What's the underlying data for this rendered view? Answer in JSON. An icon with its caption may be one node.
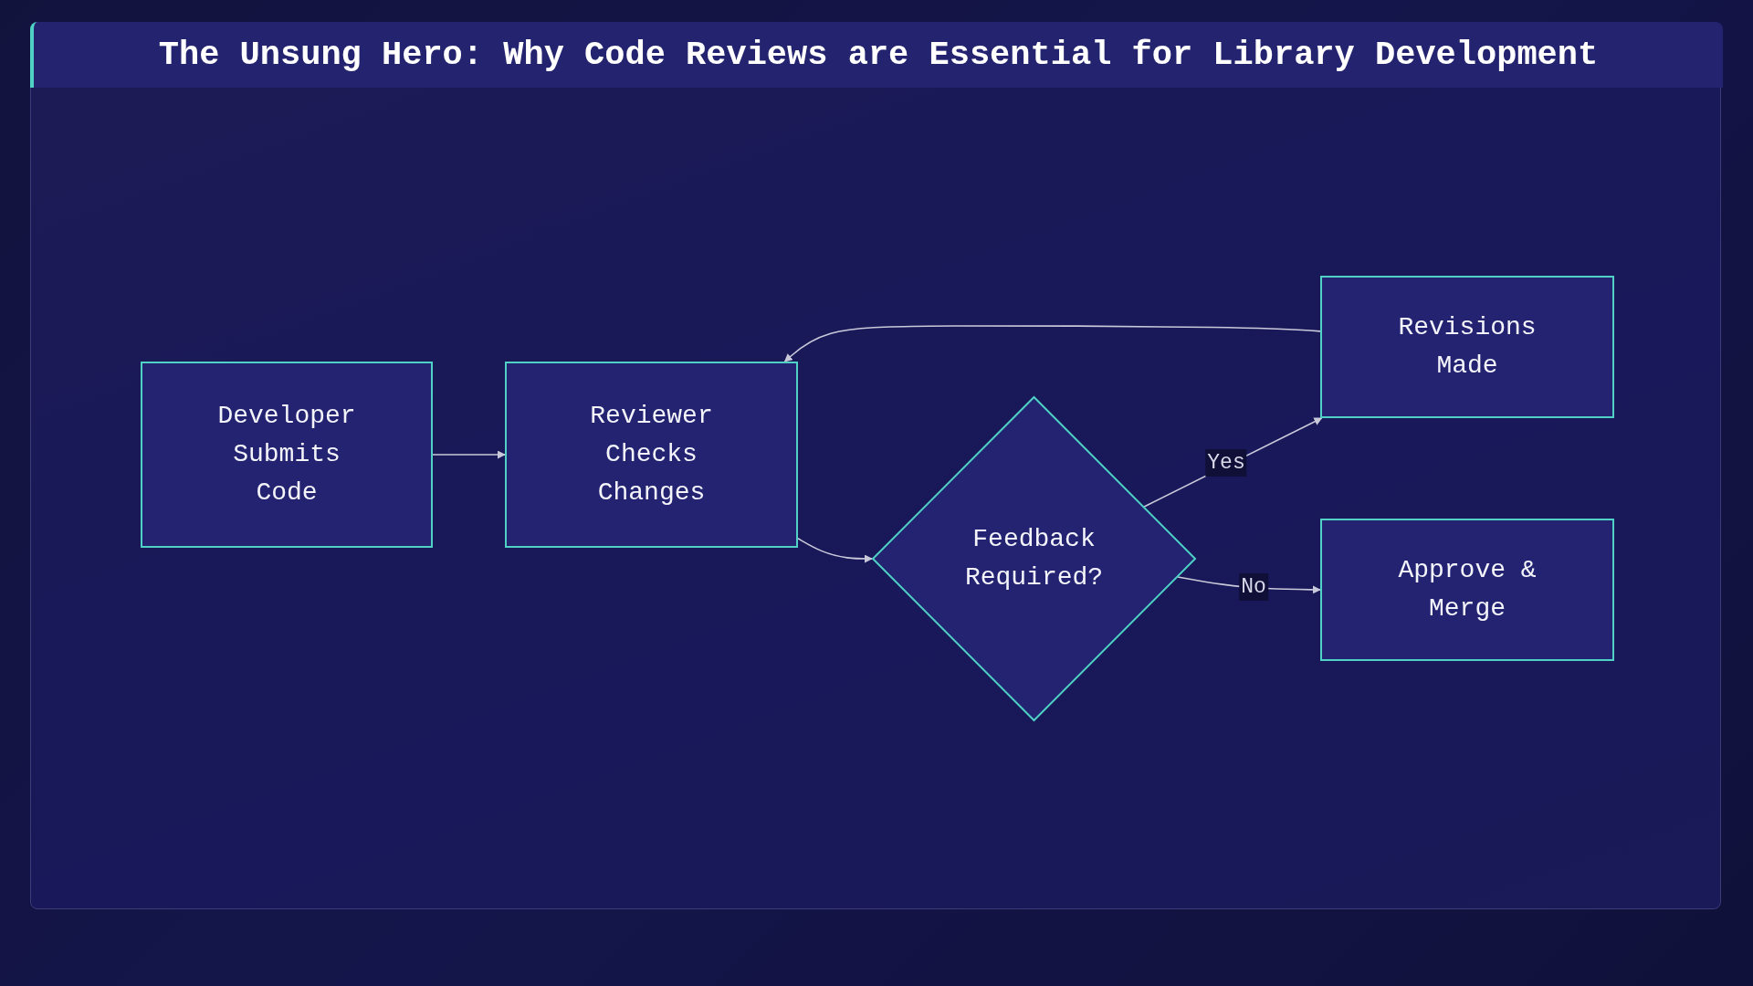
{
  "diagram": {
    "title": "The Unsung Hero: Why Code Reviews are Essential for Library Development",
    "nodes": [
      {
        "text": [
          "Developer Submits Code"
        ]
      },
      {
        "text": [
          "Reviewer Checks Changes"
        ]
      },
      {
        "text": [
          "Feedback Required?"
        ]
      },
      {
        "text": [
          "Revisions Made"
        ]
      },
      {
        "text": [
          "Approve & Merge"
        ]
      }
    ],
    "edges": [
      {
        "from": 0,
        "to": 1,
        "arrow": "to"
      },
      {
        "from": 1,
        "to": 2,
        "arrow": "to"
      },
      {
        "from": 2,
        "to": 3,
        "arrow": "to",
        "label": "Yes"
      },
      {
        "from": 2,
        "to": 4,
        "arrow": "to",
        "label": "No"
      },
      {
        "from": 3,
        "to": 1,
        "arrow": "to"
      }
    ]
  }
}
